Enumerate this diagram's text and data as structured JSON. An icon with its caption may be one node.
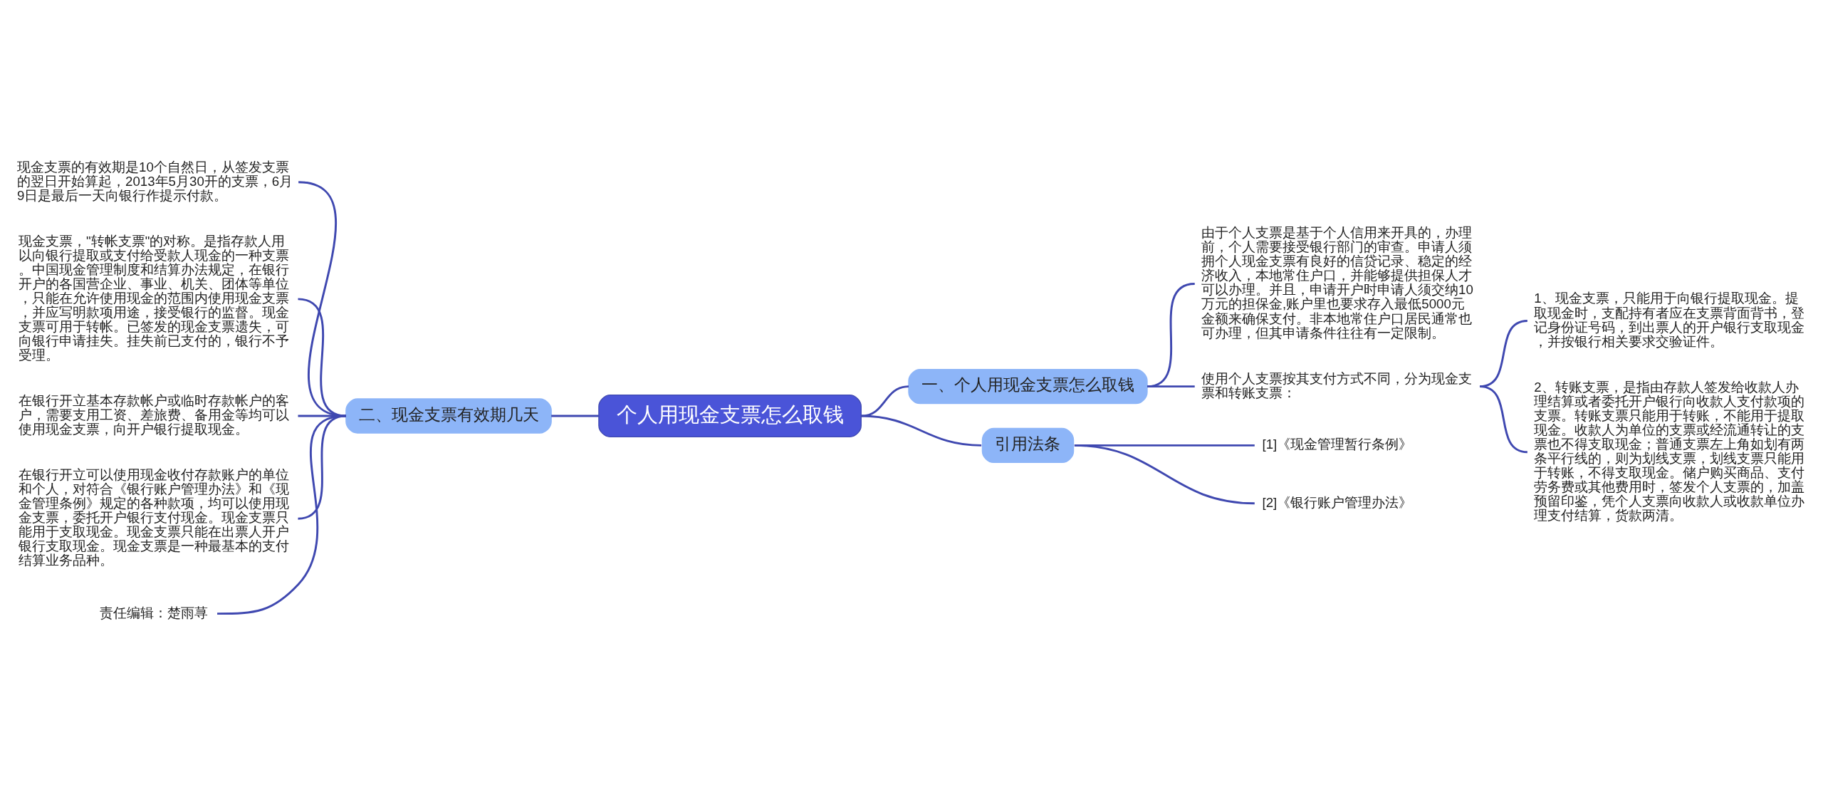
{
  "diagram": {
    "nodes": [
      {
        "text": [
          "个人用现金支票怎么取钱"
        ]
      },
      {
        "text": [
          "一、个人用现金支票怎么取钱"
        ]
      },
      {
        "text": [
          "由于个人支票是基于个人信用来开具的，办理前，个人需要接受银行部门的审查。申请人须拥个人现金支票有良好的信贷记录、稳定的经济收入，本地常住户口，并能够提供担保人才可以办理。并且，申请开户时申请人须交纳10万元的担保金,账户里也要求存入最低5000元金额来确保支付。非本地常住户口居民通常也可办理，但其申请条件往往有一定限制。"
        ]
      },
      {
        "text": [
          "使用个人支票按其支付方式不同，分为现金支票和转账支票："
        ]
      },
      {
        "text": [
          "1、现金支票，只能用于向银行提取现金。提取现金时，支配持有者应在支票背面背书，登记身份证号码，到出票人的开户银行支取现金，并按银行相关要求交验证件。"
        ]
      },
      {
        "text": [
          "2、转账支票，是指由存款人签发给收款人办理结算或者委托开户银行向收款人支付款项的支票。转账支票只能用于转账，不能用于提取现金。收款人为单位的支票或经流通转让的支票也不得支取现金；普通支票左上角如划有两条平行线的，则为划线支票，划线支票只能用于转账，不得支取现金。储户购买商品、支付劳务费或其他费用时，签发个人支票的，加盖预留印鉴，凭个人支票向收款人或收款单位办理支付结算，货款两清。"
        ]
      },
      {
        "text": [
          "引用法条"
        ]
      },
      {
        "text": [
          "[1]《现金管理暂行条例》"
        ]
      },
      {
        "text": [
          "[2]《银行账户管理办法》"
        ]
      },
      {
        "text": [
          "二、现金支票有效期几天"
        ]
      },
      {
        "text": [
          "现金支票的有效期是10个自然日，从签发支票的翌日开始算起，2013年5月30开的支票，6月9日是最后一天向银行作提示付款。"
        ]
      },
      {
        "text": [
          "现金支票，\"转帐支票\"的对称。是指存款人用以向银行提取或支付给受款人现金的一种支票。中国现金管理制度和结算办法规定，在银行开户的各国营企业、事业、机关、团体等单位，只能在允许使用现金的范围内使用现金支票，并应写明款项用途，接受银行的监督。现金支票可用于转帐。已签发的现金支票遗失，可向银行申请挂失。挂失前已支付的，银行不予受理。"
        ]
      },
      {
        "text": [
          "在银行开立基本存款帐户或临时存款帐户的客户，需要支用工资、差旅费、备用金等均可以使用现金支票，向开户银行提取现金。"
        ]
      },
      {
        "text": [
          "在银行开立可以使用现金收付存款账户的单位和个人，对符合《银行账户管理办法》和《现金管理条例》规定的各种款项，均可以使用现金支票，委托开户银行支付现金。现金支票只能用于支取现金。现金支票只能在出票人开户银行支取现金。现金支票是一种最基本的支付结算业务品种。"
        ]
      },
      {
        "text": [
          "责任编辑：楚雨荨"
        ]
      }
    ],
    "edges": [
      {
        "from": 0,
        "to": 1,
        "arrow": "none"
      },
      {
        "from": 1,
        "to": 2,
        "arrow": "none"
      },
      {
        "from": 1,
        "to": 3,
        "arrow": "none"
      },
      {
        "from": 3,
        "to": 4,
        "arrow": "none"
      },
      {
        "from": 3,
        "to": 5,
        "arrow": "none"
      },
      {
        "from": 0,
        "to": 6,
        "arrow": "none"
      },
      {
        "from": 6,
        "to": 7,
        "arrow": "none"
      },
      {
        "from": 6,
        "to": 8,
        "arrow": "none"
      },
      {
        "from": 9,
        "to": 0,
        "arrow": "none"
      },
      {
        "from": 10,
        "to": 9,
        "arrow": "none"
      },
      {
        "from": 11,
        "to": 9,
        "arrow": "none"
      },
      {
        "from": 12,
        "to": 9,
        "arrow": "none"
      },
      {
        "from": 13,
        "to": 9,
        "arrow": "none"
      },
      {
        "from": 14,
        "to": 9,
        "arrow": "none"
      }
    ]
  }
}
